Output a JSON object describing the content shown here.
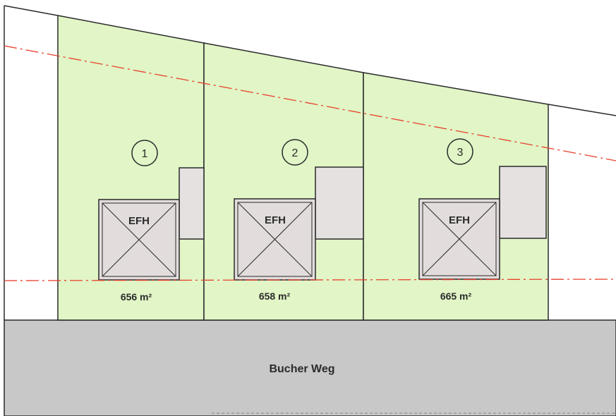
{
  "colors": {
    "lot_fill": "#e1f5c6",
    "house_fill": "#e2dcdc",
    "garage_fill": "#e5e1e1",
    "road_fill": "#c8c8c8",
    "outline": "#2a2a2a",
    "setback_line": "#e8402c"
  },
  "road": {
    "name": "Bucher Weg"
  },
  "lots": [
    {
      "number": "1",
      "house_label": "EFH",
      "area": "656 m²"
    },
    {
      "number": "2",
      "house_label": "EFH",
      "area": "658 m²"
    },
    {
      "number": "3",
      "house_label": "EFH",
      "area": "665 m²"
    }
  ]
}
